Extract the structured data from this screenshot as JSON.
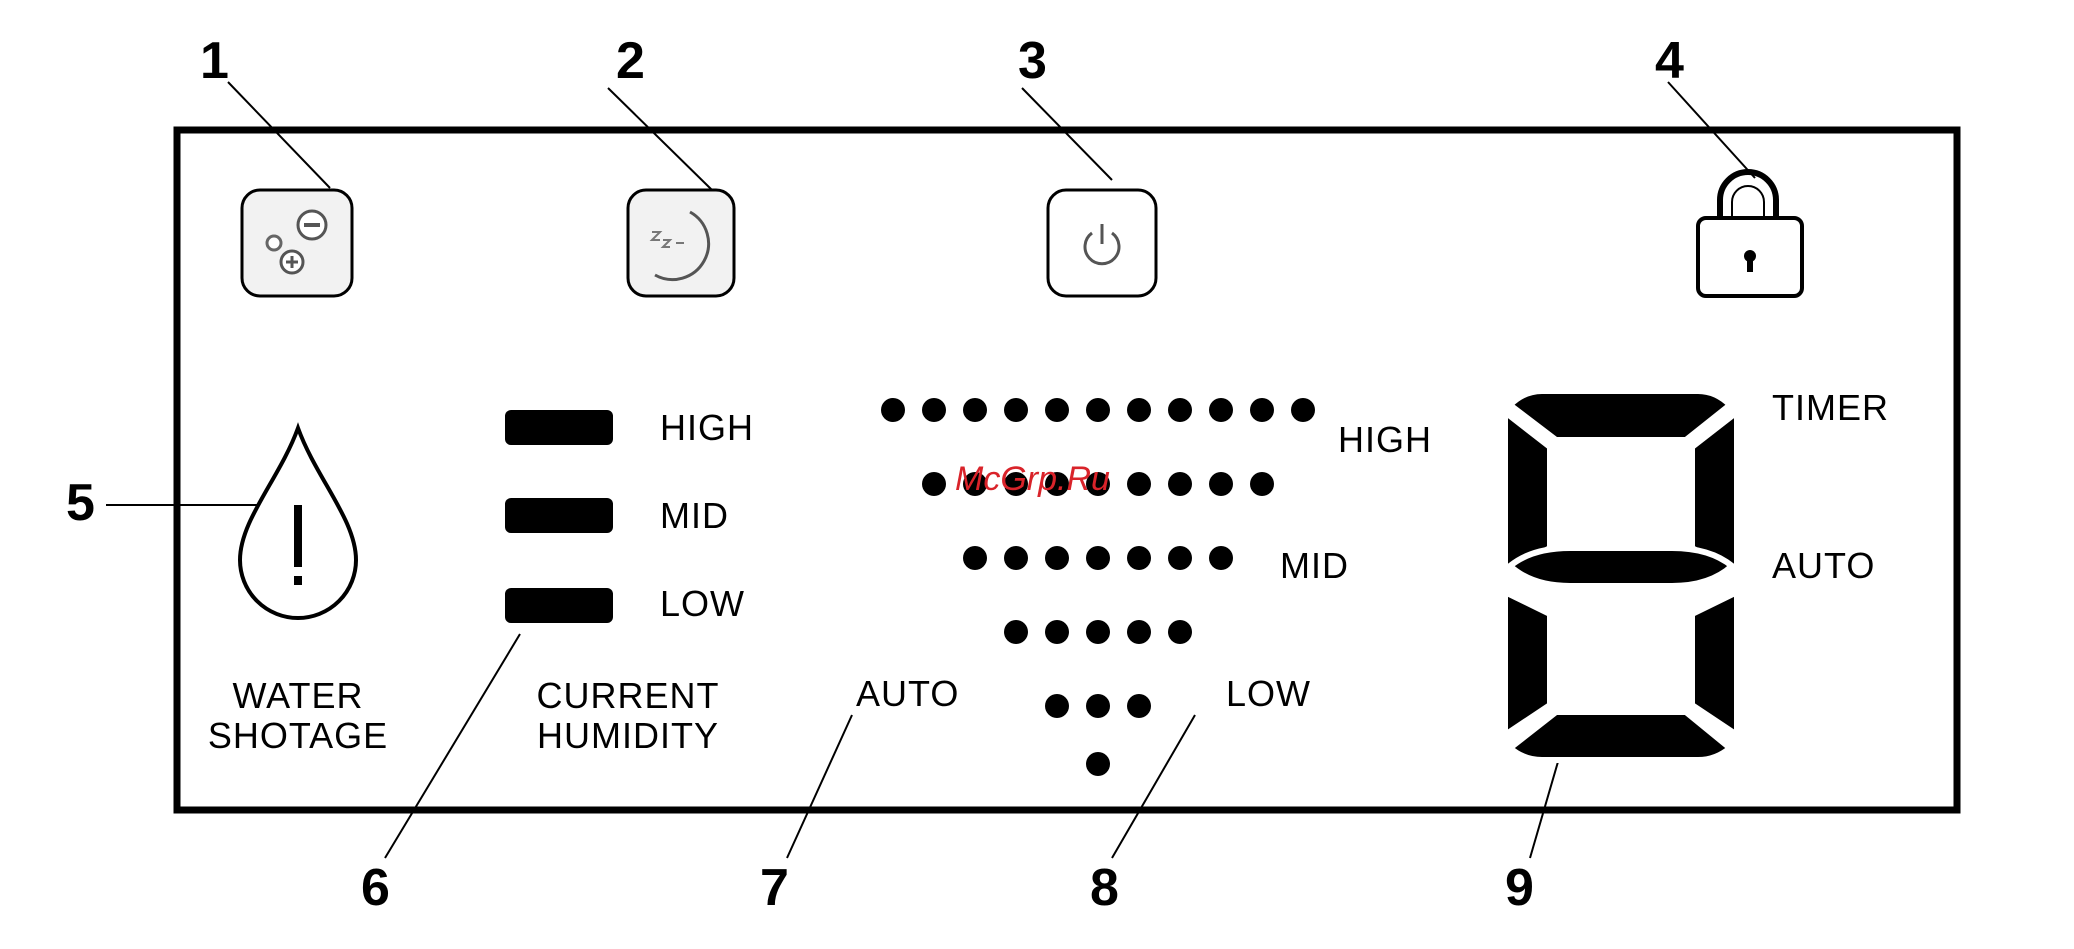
{
  "callouts": [
    "1",
    "2",
    "3",
    "4",
    "5",
    "6",
    "7",
    "8",
    "9"
  ],
  "water_shortage": {
    "line1": "WATER",
    "line2": "SHOTAGE",
    "icon": "water-drop-exclamation-icon"
  },
  "current_humidity": {
    "line1": "CURRENT",
    "line2": "HUMIDITY",
    "levels": [
      "HIGH",
      "MID",
      "LOW"
    ]
  },
  "fan_speed": {
    "high": "HIGH",
    "mid": "MID",
    "low": "LOW",
    "auto": "AUTO",
    "dot_rows": [
      11,
      9,
      7,
      5,
      3,
      1
    ]
  },
  "digit_display": {
    "timer": "TIMER",
    "auto": "AUTO"
  },
  "buttons": {
    "ion": "ionizer-icon",
    "sleep": "sleep-moon-icon",
    "power": "power-icon",
    "lock": "padlock-icon"
  },
  "watermark": "McGrp.Ru",
  "colors": {
    "ink": "#000000",
    "icon_bg": "#f2f2f2",
    "watermark": "#d9232a"
  }
}
